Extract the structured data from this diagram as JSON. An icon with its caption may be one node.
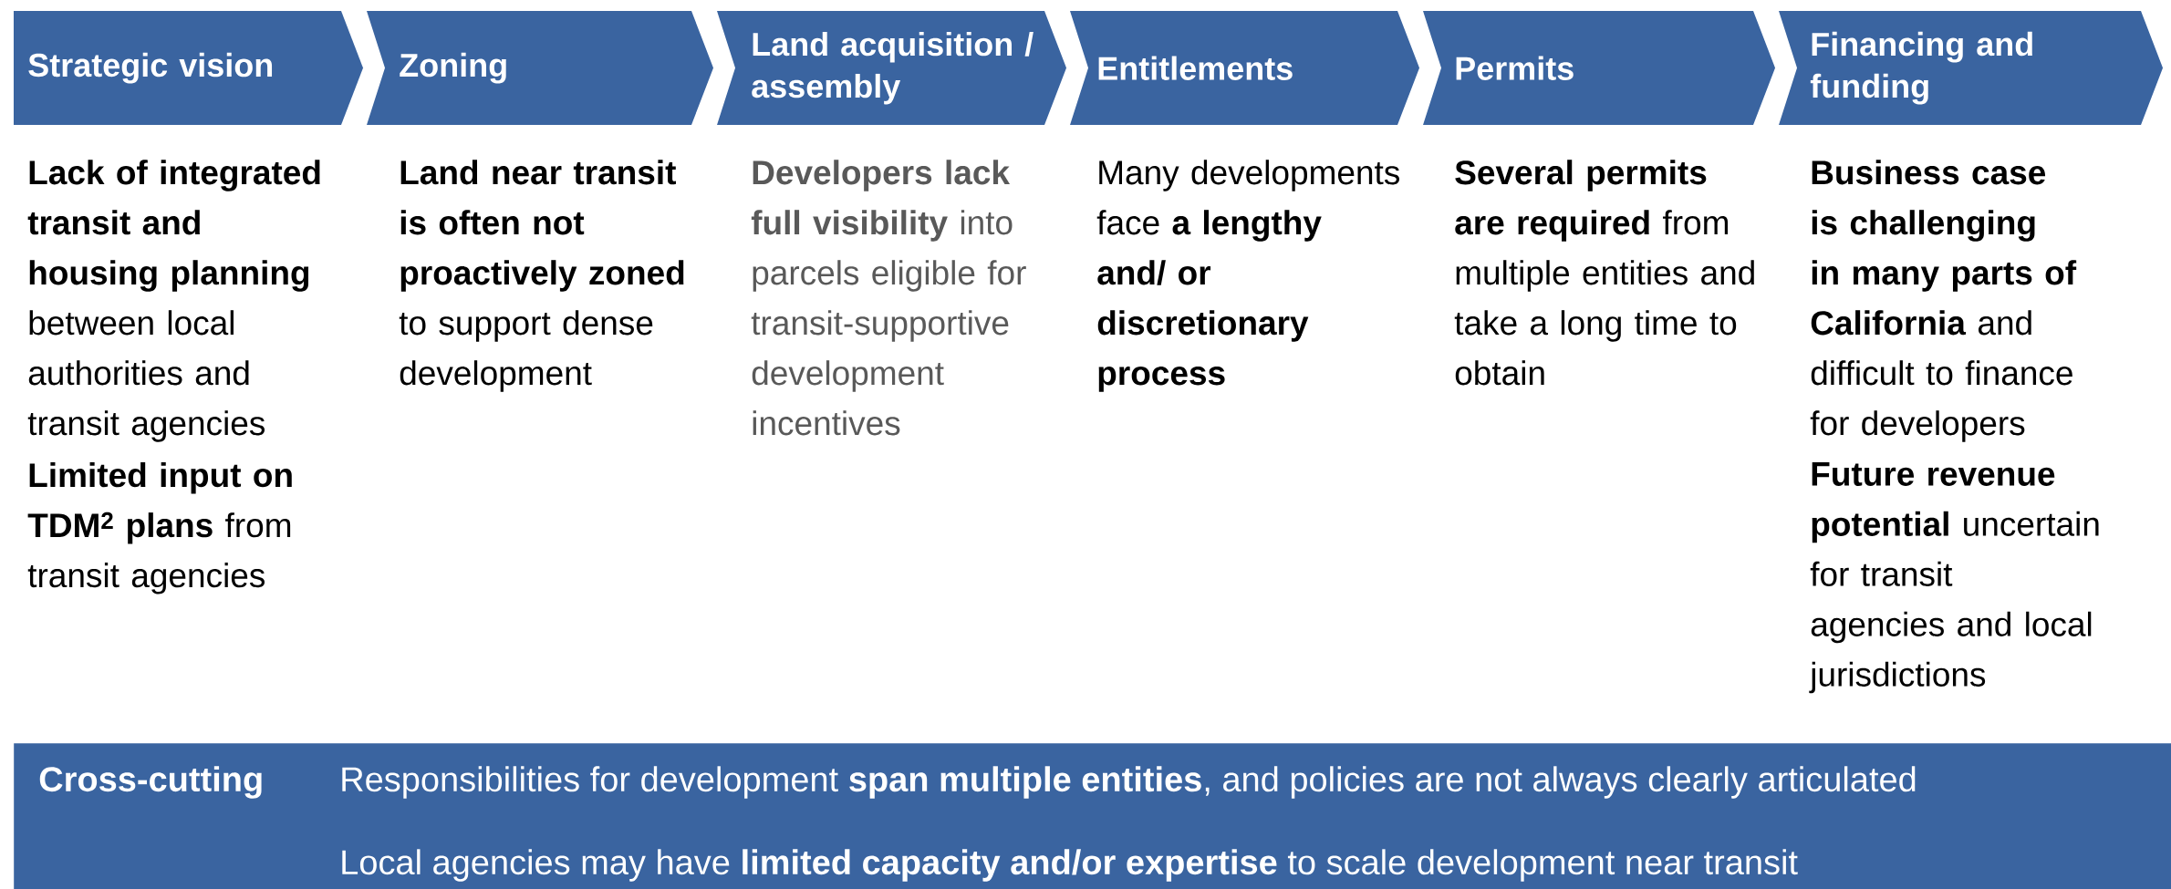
{
  "diagram": {
    "nodes": [
      {
        "text": [
          "Strategic vision"
        ],
        "beside": [
          "**Lack of integrated transit and housing planning** between local authorities and transit agencies",
          "**Limited input on TDM$^{2}$ plans** from transit agencies"
        ]
      },
      {
        "text": [
          "Zoning"
        ],
        "beside": [
          "**Land near transit is often not proactively zoned** to support dense development"
        ]
      },
      {
        "text": [
          "Land acquisition / assembly"
        ],
        "beside": [
          "**Developers lack full visibility** into parcels eligible for transit-supportive development incentives"
        ]
      },
      {
        "text": [
          "Entitlements"
        ],
        "beside": [
          "Many developments face **a lengthy and/ or discretionary process**"
        ]
      },
      {
        "text": [
          "Permits"
        ],
        "beside": [
          "**Several permits are required** from multiple entities and take a long time to obtain"
        ]
      },
      {
        "text": [
          "Financing and funding"
        ],
        "beside": [
          "**Business case is challenging in many parts of California** and difficult to finance for developers",
          "**Future revenue potential** uncertain for transit agencies and local jurisdictions"
        ]
      },
      {
        "text": [
          "Cross-cutting",
          "Responsibilities for development **span multiple entities**, and policies are not always clearly articulated",
          "Local agencies may have **limited capacity and/or expertise** to scale development near transit"
        ]
      }
    ],
    "edges": []
  }
}
